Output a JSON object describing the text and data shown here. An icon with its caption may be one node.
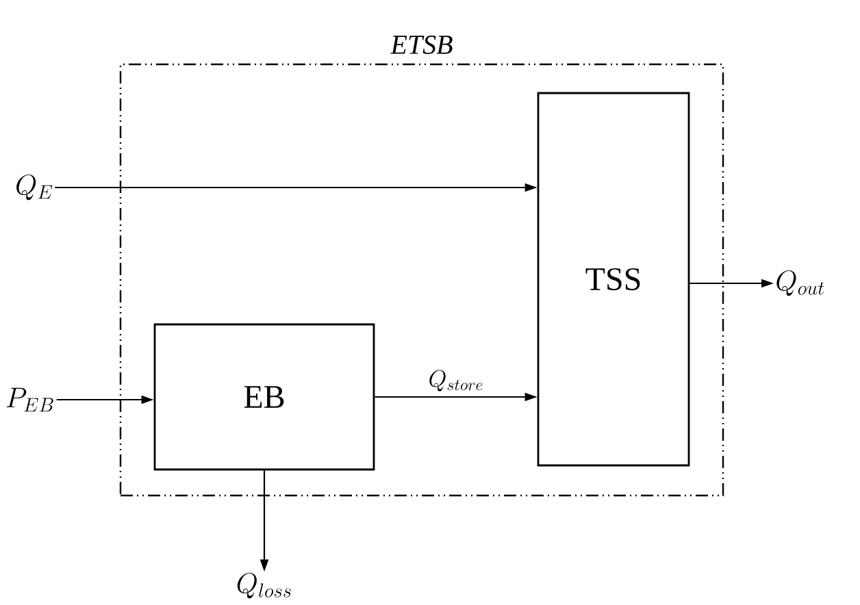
{
  "diagram": {
    "nodes": [
      {
        "text": [
          "ETSB"
        ]
      },
      {
        "text": [
          "TSS"
        ],
        "in": 0
      },
      {
        "text": [
          "EB"
        ],
        "in": 0
      },
      {
        "text": [
          "Q_{E}"
        ]
      },
      {
        "text": [
          "P_{EB}"
        ]
      },
      {
        "text": [
          "Q_{out}"
        ]
      },
      {
        "text": [
          "Q_{loss}"
        ]
      }
    ],
    "edges": [
      {
        "from": 3,
        "to": 1,
        "arrow": "to"
      },
      {
        "from": 4,
        "to": 2,
        "arrow": "to"
      },
      {
        "from": 2,
        "to": 1,
        "arrow": "to",
        "label": "Q_{store}"
      },
      {
        "from": 1,
        "to": 5,
        "arrow": "to"
      },
      {
        "from": 2,
        "to": 6,
        "arrow": "to"
      }
    ]
  }
}
